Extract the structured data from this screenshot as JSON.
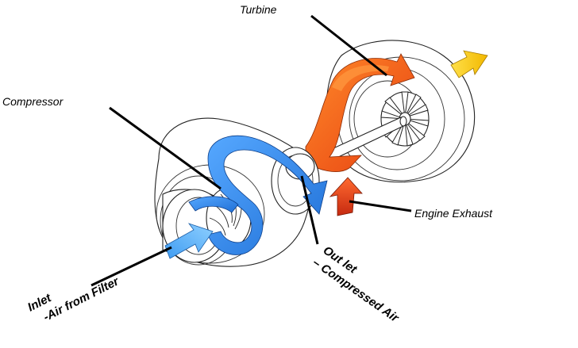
{
  "labels": {
    "turbine": "Turbine",
    "compressor": "Compressor",
    "engine_exhaust": "Engine Exhaust",
    "inlet_line1": "Inlet",
    "inlet_line2": "-Air from Filter",
    "outlet_line1": "Out let",
    "outlet_line2": "– Compressed Air"
  },
  "colors": {
    "compressor_flow": "#1f6fd6",
    "compressor_flow_light": "#56a8ff",
    "inlet_arrow": "#5fb4ff",
    "turbine_flow": "#f05a12",
    "turbine_flow_light": "#ff8a2a",
    "exhaust_arrow": "#e0421a",
    "outlet_arrow_top": "#ffd21a",
    "outlet_arrow": "#f6c400"
  }
}
